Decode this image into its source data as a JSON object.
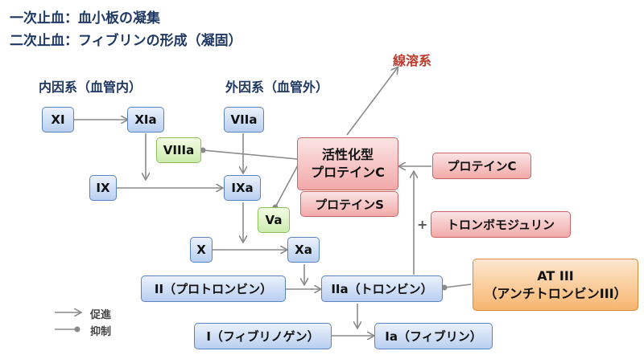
{
  "headers": {
    "line1": "一次止血：血小板の凝集",
    "line2": "二次止血：フィブリンの形成（凝固）"
  },
  "labels": {
    "intrinsic": "内因系（血管内）",
    "extrinsic": "外因系（血管外）",
    "fibrinolysis": "線溶系",
    "plus": "+"
  },
  "nodes": {
    "xi": "XI",
    "xia": "XIa",
    "viia": "VIIa",
    "viiia": "VIIIa",
    "ix": "IX",
    "ixa": "IXa",
    "va": "Va",
    "x": "X",
    "xa": "Xa",
    "ii": "II（プロトロンビン）",
    "iia": "IIa（トロンビン）",
    "i": "I（フィブリノゲン）",
    "ia": "Ia（フィブリン）",
    "apc_line1": "活性化型",
    "apc_line2": "プロテインC",
    "protein_s": "プロテインS",
    "protein_c": "プロテインC",
    "thrombomodulin": "トロンボモジュリン",
    "at3_line1": "AT III",
    "at3_line2": "（アンチトロンビンIII）"
  },
  "legend": {
    "promote": "促進",
    "inhibit": "抑制"
  },
  "colors": {
    "blue_node": "#b9cff0",
    "green_node": "#cdebb0",
    "red_node": "#f2a9a9",
    "orange_node": "#f7b56f",
    "header_text": "#1f3864",
    "fibrinolysis_text": "#c0392b",
    "edge": "#8a8a8a"
  }
}
